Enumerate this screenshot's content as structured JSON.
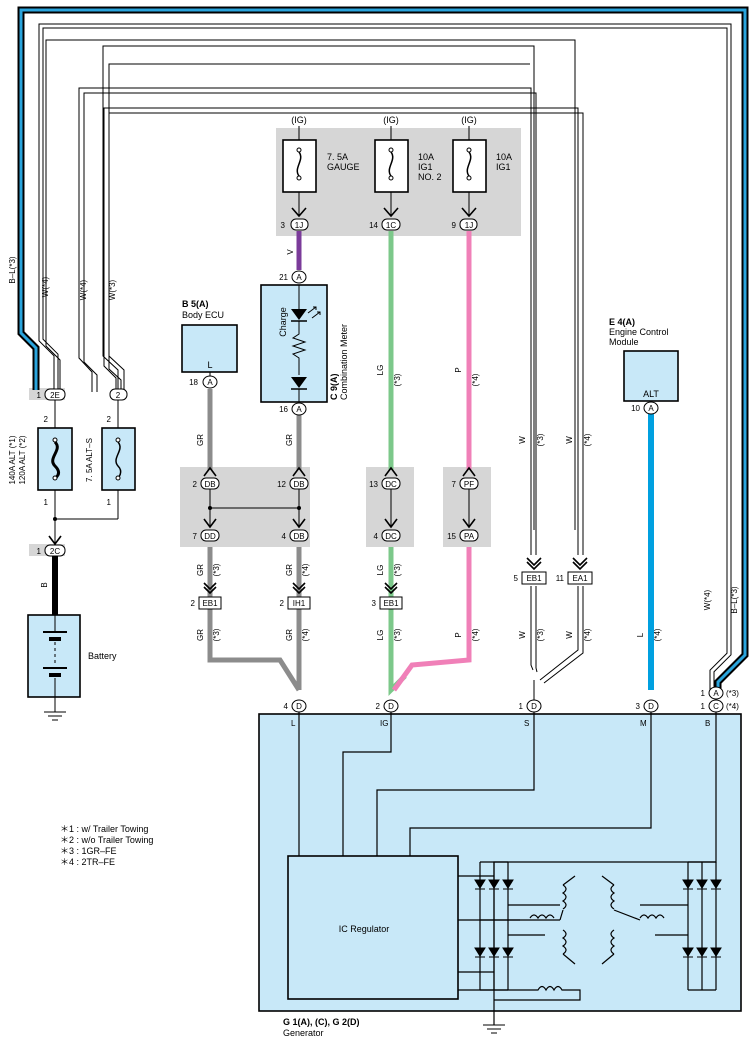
{
  "fuses": {
    "gauge": {
      "feed": "(IG)",
      "label1": "7. 5A",
      "label2": "GAUGE",
      "pin": "3",
      "conn": "1J"
    },
    "ig1no2": {
      "feed": "(IG)",
      "label1": "10A",
      "label2": "IG1",
      "label3": "NO. 2",
      "pin": "14",
      "conn": "1C"
    },
    "ig1": {
      "feed": "(IG)",
      "label1": "10A",
      "label2": "IG1",
      "pin": "9",
      "conn": "1J"
    },
    "alt": {
      "label1": "140A ALT (*1)",
      "label2": "120A ALT (*2)",
      "pin_top": "1",
      "conn_top": "2E",
      "pin2": "2",
      "pin1": "1"
    },
    "alts": {
      "label": "7. 5A ALT–S",
      "conn_top": "2",
      "pin2": "2",
      "pin1": "1"
    },
    "battery_conn": {
      "pin": "1",
      "conn": "2C"
    }
  },
  "components": {
    "body_ecu": {
      "code": "B 5(A)",
      "name": "Body ECU",
      "inner": "L",
      "pin": "18",
      "conn": "A"
    },
    "meter": {
      "code": "C 9(A)",
      "name": "Combination Meter",
      "inner": "Charge",
      "pin_top": "21",
      "conn_top": "A",
      "pin_bot": "16",
      "conn_bot": "A"
    },
    "ecm": {
      "code": "E 4(A)",
      "name1": "Engine Control",
      "name2": "Module",
      "inner": "ALT",
      "pin": "10",
      "conn": "A"
    },
    "battery": {
      "name": "Battery"
    },
    "generator": {
      "code": "G 1(A), (C), G 2(D)",
      "name": "Generator",
      "regulator": "IC Regulator"
    }
  },
  "wires": {
    "v": "V",
    "gr": "GR",
    "lg": "LG",
    "p": "P",
    "w": "W",
    "l": "L",
    "b": "B",
    "bl3": "B–L(*3)",
    "w4": "W(*4)",
    "w3": "W(*3)",
    "s3": "(*3)",
    "s4": "(*4)"
  },
  "junctions": {
    "db2": {
      "pin": "2",
      "conn": "DB"
    },
    "db12": {
      "pin": "12",
      "conn": "DB"
    },
    "dd7": {
      "pin": "7",
      "conn": "DD"
    },
    "db4": {
      "pin": "4",
      "conn": "DB"
    },
    "dc13": {
      "pin": "13",
      "conn": "DC"
    },
    "dc4": {
      "pin": "4",
      "conn": "DC"
    },
    "pf7": {
      "pin": "7",
      "conn": "PF"
    },
    "pa15": {
      "pin": "15",
      "conn": "PA"
    }
  },
  "inline": {
    "eb1a": {
      "pin": "2",
      "conn": "EB1"
    },
    "ih1": {
      "pin": "2",
      "conn": "IH1"
    },
    "eb1b": {
      "pin": "3",
      "conn": "EB1"
    },
    "eb1c": {
      "pin": "5",
      "conn": "EB1"
    },
    "ea1": {
      "pin": "11",
      "conn": "EA1"
    }
  },
  "generator_pins": {
    "l": {
      "num": "4",
      "conn": "D",
      "term": "L"
    },
    "ig": {
      "num": "2",
      "conn": "D",
      "term": "IG"
    },
    "s": {
      "num": "1",
      "conn": "D",
      "term": "S"
    },
    "m": {
      "num": "3",
      "conn": "D",
      "term": "M"
    },
    "b": {
      "term": "B"
    },
    "ba": {
      "num": "1",
      "conn": "A",
      "note": "(*3)"
    },
    "bc": {
      "num": "1",
      "conn": "C",
      "note": "(*4)"
    }
  },
  "notes": [
    "＊1 : w/ Trailer Towing",
    "＊2 : w/o Trailer Towing",
    "＊3 : 1GR–FE",
    "＊4 : 2TR–FE"
  ],
  "colors": {
    "gray_box": "#d6d6d6",
    "comp_fill": "#c8e8f8",
    "wire_v": "#7b3b9a",
    "wire_gr": "#8c8c8c",
    "wire_lg": "#7cc88a",
    "wire_p": "#f080b8",
    "wire_l": "#00a0e0",
    "wire_b": "#000000"
  }
}
